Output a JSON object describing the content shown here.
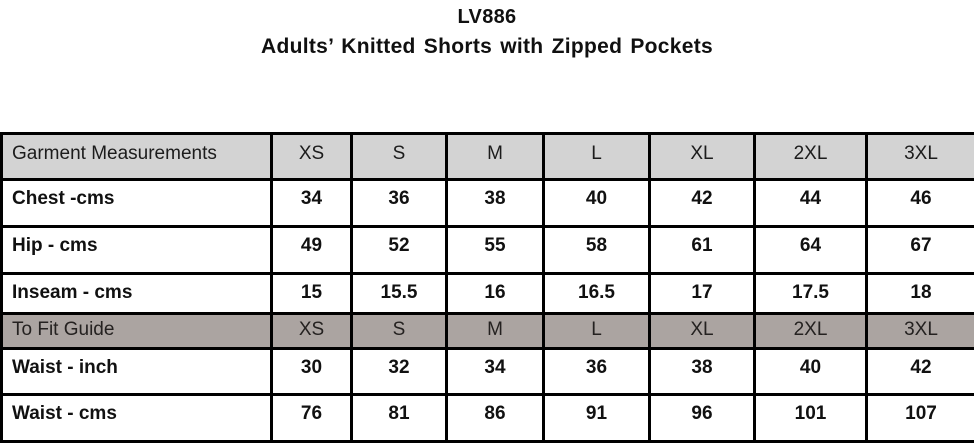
{
  "title": {
    "code": "LV886",
    "product": "Adults’ Knitted Shorts with Zipped Pockets"
  },
  "table": {
    "header": {
      "label": "Garment Measurements",
      "sizes": [
        "XS",
        "S",
        "M",
        "L",
        "XL",
        "2XL",
        "3XL"
      ]
    },
    "rows": [
      {
        "label": "Chest -cms",
        "values": [
          "34",
          "36",
          "38",
          "40",
          "42",
          "44",
          "46"
        ]
      },
      {
        "label": "Hip - cms",
        "values": [
          "49",
          "52",
          "55",
          "58",
          "61",
          "64",
          "67"
        ]
      },
      {
        "label": "Inseam - cms",
        "values": [
          "15",
          "15.5",
          "16",
          "16.5",
          "17",
          "17.5",
          "18"
        ]
      },
      {
        "label": "To Fit Guide",
        "values": [
          "XS",
          "S",
          "M",
          "L",
          "XL",
          "2XL",
          "3XL"
        ]
      },
      {
        "label": "Waist - inch",
        "values": [
          "30",
          "32",
          "34",
          "36",
          "38",
          "40",
          "42"
        ]
      },
      {
        "label": "Waist - cms",
        "values": [
          "76",
          "81",
          "86",
          "91",
          "96",
          "101",
          "107"
        ]
      }
    ]
  },
  "colors": {
    "header_bg": "#d3d3d3",
    "fit_row_bg": "#aba4a1",
    "border": "#000000",
    "text": "#111111"
  }
}
